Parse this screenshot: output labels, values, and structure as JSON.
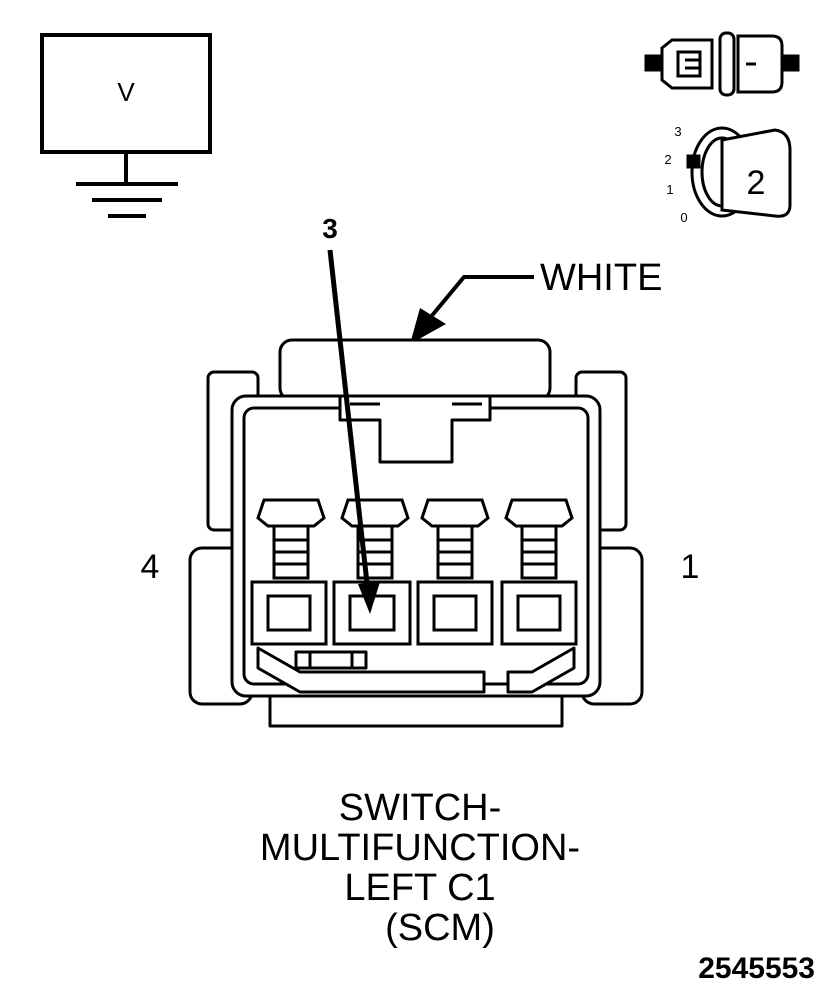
{
  "meter": {
    "symbol": "V"
  },
  "ignition": {
    "positions": [
      "3",
      "2",
      "1",
      "0"
    ],
    "selected": "2"
  },
  "connector": {
    "color_label": "WHITE",
    "callout_pin": "3",
    "pin_left": "4",
    "pin_right": "1",
    "fill_color": "#ffffff",
    "line_color": "#000000"
  },
  "caption": {
    "lines": [
      "SWITCH-",
      "MULTIFUNCTION-",
      "LEFT C1",
      "(SCM)"
    ]
  },
  "figure_id": "2545553"
}
